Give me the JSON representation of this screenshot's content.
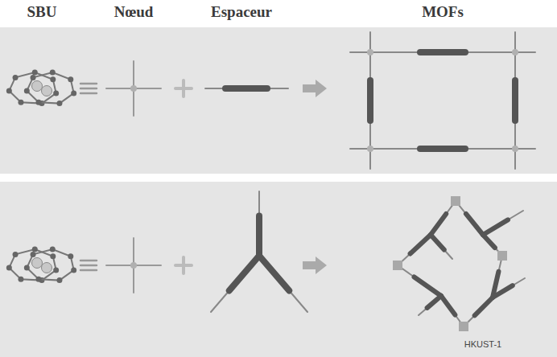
{
  "diagram": {
    "labels": [
      "SBU",
      "Nœud",
      "Espaceur",
      "MOFs",
      "HKUST-1"
    ]
  }
}
